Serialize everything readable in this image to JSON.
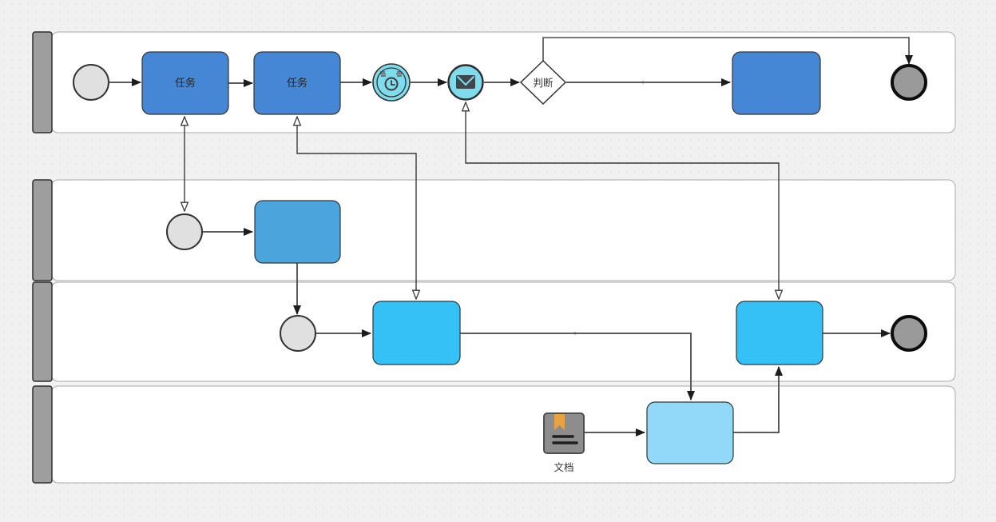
{
  "diagram": {
    "type": "bpmn-swimlane-flowchart",
    "lane_count": 4,
    "lanes": [
      {
        "id": "lane-1",
        "label": ""
      },
      {
        "id": "lane-2",
        "label": ""
      },
      {
        "id": "lane-3",
        "label": ""
      },
      {
        "id": "lane-4",
        "label": ""
      }
    ]
  },
  "nodes": {
    "task1": {
      "label": "任务",
      "type": "task"
    },
    "task2": {
      "label": "任务",
      "type": "task"
    },
    "gateway": {
      "label": "判断",
      "type": "exclusive-gateway"
    },
    "document": {
      "label": "文档",
      "type": "document"
    },
    "top_box": {
      "label": "",
      "type": "task"
    },
    "lane2_box": {
      "label": "",
      "type": "task"
    },
    "lane3_box_left": {
      "label": "",
      "type": "task"
    },
    "lane3_box_right": {
      "label": "",
      "type": "task"
    },
    "lane4_box": {
      "label": "",
      "type": "task"
    }
  },
  "icons": {
    "timer_event": "clock-icon",
    "message_event": "envelope-icon",
    "document_node": "bookmark-document-icon"
  },
  "palette": {
    "background": "#f1f1f2",
    "lane_header": "#9e9e9e",
    "lane_fill": "#ffffff",
    "task_blue": "#4587d4",
    "box_medium_blue": "#4ba4dc",
    "box_bright_cyan": "#35c1f5",
    "box_light_blue": "#92d8f8",
    "event_cyan": "#7edcec",
    "start_gray": "#e0e0e0",
    "end_gray": "#9a9a9a",
    "doc_gray": "#8d8d8d",
    "doc_bookmark_orange": "#e9a23f",
    "line_dark": "#3a3a3a"
  }
}
